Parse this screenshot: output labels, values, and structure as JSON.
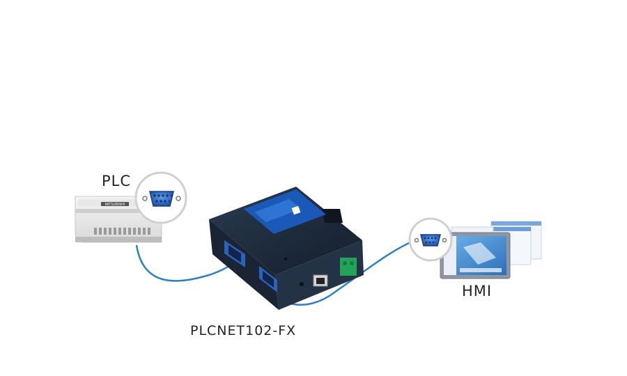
{
  "labels": {
    "plc": "PLC",
    "hmi": "HMI",
    "device": "PLCNET102-FX"
  },
  "plc_brand": "MITSUBISHI",
  "colors": {
    "cable": "#2f7fc4",
    "connector": "#2b63b8",
    "device_body": "#1d2a3c",
    "device_label": "#1a59b8",
    "terminal_block": "#23a35a",
    "hmi_screen": "#4a8fd6"
  },
  "icons": [
    "db9-serial-connector-icon",
    "ethernet-port-icon",
    "terminal-block-icon"
  ]
}
